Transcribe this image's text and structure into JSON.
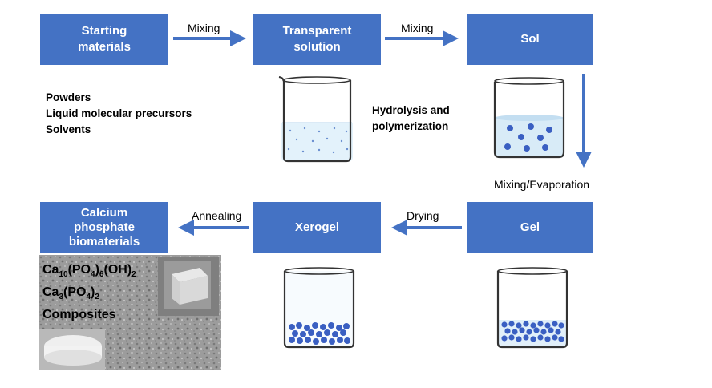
{
  "boxes": {
    "starting": {
      "line1": "Starting",
      "line2": "materials"
    },
    "transparent": {
      "line1": "Transparent",
      "line2": "solution"
    },
    "sol": "Sol",
    "gel": "Gel",
    "xerogel": "Xerogel",
    "calcium": {
      "line1": "Calcium",
      "line2": "phosphate",
      "line3": "biomaterials"
    }
  },
  "arrow_labels": {
    "mixing1": "Mixing",
    "mixing2": "Mixing",
    "mixing_evaporation": "Mixing/Evaporation",
    "drying": "Drying",
    "annealing": "Annealing"
  },
  "starting_list": [
    "Powders",
    "Liquid molecular precursors",
    "Solvents"
  ],
  "hydrolysis": {
    "line1": "Hydrolysis and",
    "line2": "polymerization"
  },
  "products": {
    "hydroxyapatite": {
      "ca": "Ca",
      "s1": "10",
      "po4": "(PO",
      "s2": "4",
      "oh": ")",
      "s3": "6",
      "tail": "(OH)",
      "s4": "2"
    },
    "tcp": {
      "ca": "Ca",
      "s1": "3",
      "po4": "(PO",
      "s2": "4",
      "close": ")",
      "s3": "2"
    },
    "composites": "Composites"
  },
  "colors": {
    "box_fill": "#4472c4",
    "arrow": "#4472c4",
    "particle": "#3a5fc2"
  }
}
